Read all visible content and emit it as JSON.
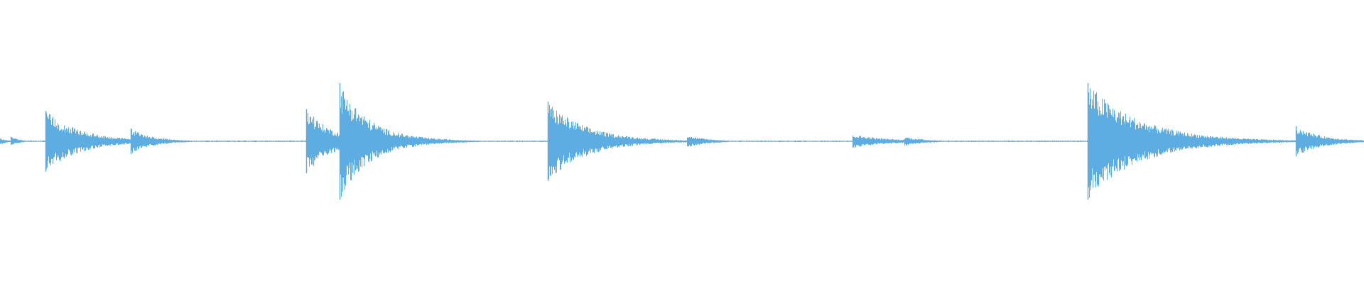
{
  "waveform": {
    "color": "#5dade2",
    "background": "#ffffff",
    "duration_units": 1568,
    "peaks": [
      {
        "t": 0,
        "amp": 0.06,
        "decay": 8
      },
      {
        "t": 12,
        "amp": 0.08,
        "decay": 10
      },
      {
        "t": 52,
        "amp": 0.52,
        "decay": 40
      },
      {
        "t": 95,
        "amp": 0.05,
        "decay": 10
      },
      {
        "t": 150,
        "amp": 0.22,
        "decay": 25
      },
      {
        "t": 352,
        "amp": 0.55,
        "decay": 30
      },
      {
        "t": 360,
        "amp": 0.42,
        "decay": 30
      },
      {
        "t": 390,
        "amp": 1.0,
        "decay": 35
      },
      {
        "t": 408,
        "amp": 0.5,
        "decay": 40
      },
      {
        "t": 466,
        "amp": 0.12,
        "decay": 15
      },
      {
        "t": 630,
        "amp": 0.68,
        "decay": 45
      },
      {
        "t": 686,
        "amp": 0.18,
        "decay": 15
      },
      {
        "t": 790,
        "amp": 0.1,
        "decay": 25
      },
      {
        "t": 980,
        "amp": 0.12,
        "decay": 40
      },
      {
        "t": 1040,
        "amp": 0.08,
        "decay": 25
      },
      {
        "t": 1250,
        "amp": 1.0,
        "decay": 60
      },
      {
        "t": 1296,
        "amp": 0.06,
        "decay": 30
      },
      {
        "t": 1490,
        "amp": 0.26,
        "decay": 30
      },
      {
        "t": 1505,
        "amp": 0.1,
        "decay": 25
      }
    ]
  }
}
